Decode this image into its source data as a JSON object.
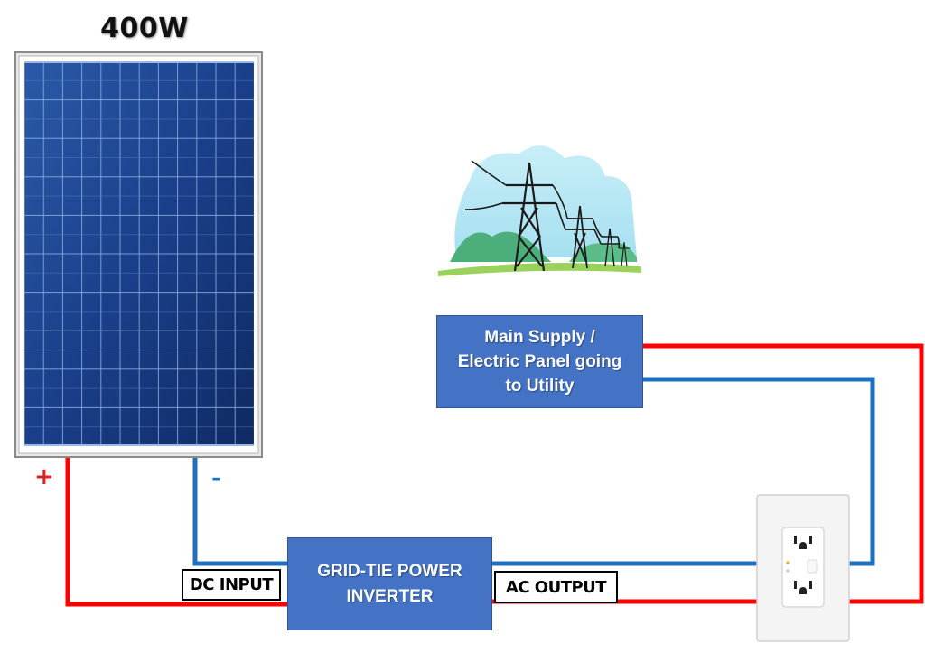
{
  "panel": {
    "wattage": "400W",
    "positive": "+",
    "negative": "-"
  },
  "utility_box": {
    "line1": "Main Supply /",
    "line2": "Electric Panel going",
    "line3": "to Utility"
  },
  "inverter": {
    "line1": "GRID-TIE POWER",
    "line2": "INVERTER"
  },
  "labels": {
    "dc_input": "DC INPUT",
    "ac_output": "AC OUTPUT"
  },
  "colors": {
    "positive_wire": "#ff0000",
    "negative_wire": "#1f6fc0",
    "box_fill": "#4472c4",
    "panel_cell": "#1d3f86"
  },
  "icons": {
    "panel": "solar-panel",
    "grid": "power-lines-icon",
    "outlet": "gfci-outlet-icon"
  }
}
